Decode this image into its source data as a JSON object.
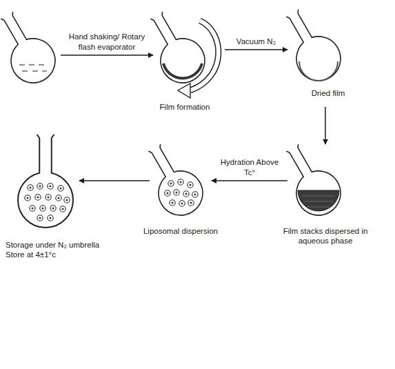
{
  "diagram": {
    "nodes": [
      {
        "text": []
      },
      {
        "text": [
          "Film formation"
        ]
      },
      {
        "text": [
          "Dried film"
        ]
      },
      {
        "text": [
          "Film stacks dispersed in aqueous phase"
        ]
      },
      {
        "text": [
          "Liposomal dispersion"
        ]
      },
      {
        "text": [
          "Storage under N₂ umbrella",
          "Store at 4±1°c"
        ]
      }
    ],
    "edges": [
      {
        "from": 0,
        "to": 1,
        "arrow": "to",
        "label": "Hand shaking/ Rotary flash evaporator"
      },
      {
        "from": 1,
        "to": 2,
        "arrow": "to",
        "label": "Vacuum N₂"
      },
      {
        "from": 2,
        "to": 3,
        "arrow": "to"
      },
      {
        "from": 3,
        "to": 4,
        "arrow": "to",
        "label": "Hydration Above Tc°"
      },
      {
        "from": 4,
        "to": 5,
        "arrow": "to"
      }
    ]
  }
}
